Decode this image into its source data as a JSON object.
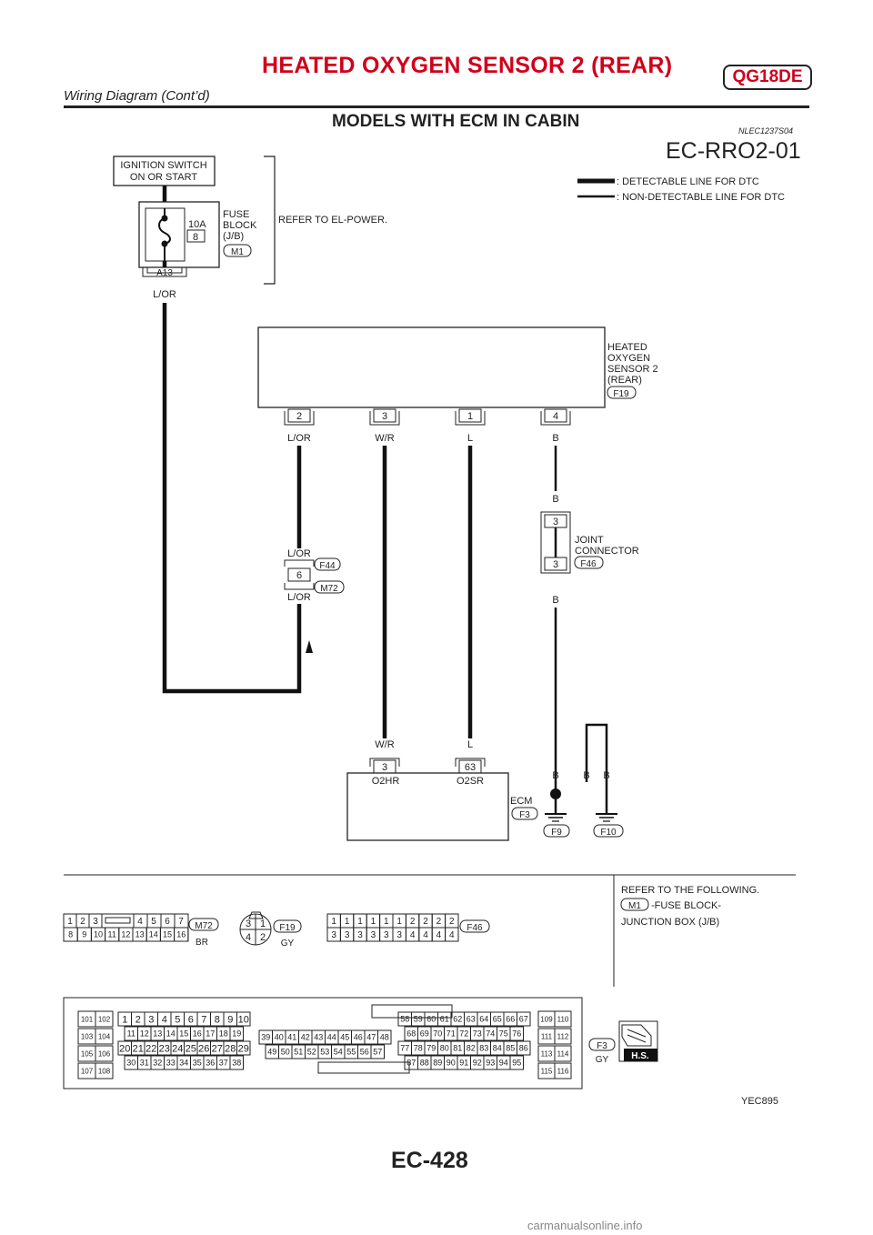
{
  "header": {
    "title": "HEATED OXYGEN SENSOR 2 (REAR)",
    "badge": "QG18DE",
    "subtitle": "Wiring Diagram (Cont’d)"
  },
  "section": {
    "title": "MODELS WITH ECM IN CABIN",
    "code": "NLEC1237S04",
    "diagram_id": "EC-RRO2-01"
  },
  "legend": {
    "detectable": ": DETECTABLE LINE FOR DTC",
    "non_detectable": ": NON-DETECTABLE LINE FOR DTC"
  },
  "ignition": {
    "line1": "IGNITION SWITCH",
    "line2": "ON OR START"
  },
  "fuse_block": {
    "amp": "10A",
    "number": "8",
    "line1": "FUSE",
    "line2": "BLOCK",
    "line3": "(J/B)",
    "connector": "M1",
    "terminal": "A13",
    "wire": "L/OR"
  },
  "refer_power": "REFER TO EL-POWER.",
  "sensor": {
    "line1": "HEATED",
    "line2": "OXYGEN",
    "line3": "SENSOR 2",
    "line4": "(REAR)",
    "connector": "F19",
    "pins": [
      "2",
      "3",
      "1",
      "4"
    ],
    "wires": [
      "L/OR",
      "W/R",
      "L",
      "B"
    ]
  },
  "splice": {
    "wire_top": "L/OR",
    "wire_bottom": "L/OR",
    "pin": "6",
    "conn_top": "F44",
    "conn_bottom": "M72"
  },
  "joint": {
    "line1": "JOINT",
    "line2": "CONNECTOR",
    "connector": "F46",
    "pin_top": "3",
    "pin_bottom": "3",
    "wire_top": "B",
    "wire_mid": "B",
    "wire_bottom": "B"
  },
  "ecm": {
    "label": "ECM",
    "connector": "F3",
    "pins": [
      "3",
      "63"
    ],
    "pin_names": [
      "O2HR",
      "O2SR"
    ],
    "wires": [
      "W/R",
      "L"
    ],
    "ground_wires": [
      "B",
      "B",
      "B"
    ],
    "grounds": [
      "F9",
      "F10"
    ]
  },
  "reference": {
    "title": "REFER TO THE FOLLOWING.",
    "connector": "M1",
    "desc1": "-FUSE BLOCK-",
    "desc2": "JUNCTION BOX (J/B)"
  },
  "connector_views": {
    "m72": {
      "row1": [
        "1",
        "2",
        "3",
        "4",
        "5",
        "6",
        "7"
      ],
      "row2": [
        "8",
        "9",
        "10",
        "11",
        "12",
        "13",
        "14",
        "15",
        "16"
      ],
      "id": "M72",
      "color": "BR"
    },
    "f19": {
      "pins": [
        "3",
        "1",
        "4",
        "2"
      ],
      "id": "F19",
      "color": "GY"
    },
    "f46": {
      "row1": [
        "1",
        "1",
        "1",
        "1",
        "1",
        "1",
        "2",
        "2",
        "2",
        "2"
      ],
      "row2": [
        "3",
        "3",
        "3",
        "3",
        "3",
        "3",
        "4",
        "4",
        "4",
        "4"
      ],
      "id": "F46"
    },
    "f3": {
      "left_pairs": [
        [
          "101",
          "102"
        ],
        [
          "103",
          "104"
        ],
        [
          "105",
          "106"
        ],
        [
          "107",
          "108"
        ]
      ],
      "right_pairs": [
        [
          "109",
          "110"
        ],
        [
          "111",
          "112"
        ],
        [
          "113",
          "114"
        ],
        [
          "115",
          "116"
        ]
      ],
      "blk1": [
        [
          "1",
          "2",
          "3",
          "4",
          "5",
          "6",
          "7",
          "8",
          "9",
          "10"
        ],
        [
          "11",
          "12",
          "13",
          "14",
          "15",
          "16",
          "17",
          "18",
          "19"
        ],
        [
          "20",
          "21",
          "22",
          "23",
          "24",
          "25",
          "26",
          "27",
          "28",
          "29"
        ],
        [
          "30",
          "31",
          "32",
          "33",
          "34",
          "35",
          "36",
          "37",
          "38"
        ]
      ],
      "blk2": [
        [
          "39",
          "40",
          "41",
          "42",
          "43",
          "44",
          "45",
          "46",
          "47",
          "48"
        ],
        [
          "49",
          "50",
          "51",
          "52",
          "53",
          "54",
          "55",
          "56",
          "57"
        ]
      ],
      "blk3": [
        [
          "58",
          "59",
          "60",
          "61",
          "62",
          "63",
          "64",
          "65",
          "66",
          "67"
        ],
        [
          "68",
          "69",
          "70",
          "71",
          "72",
          "73",
          "74",
          "75",
          "76"
        ],
        [
          "77",
          "78",
          "79",
          "80",
          "81",
          "82",
          "83",
          "84",
          "85",
          "86"
        ],
        [
          "87",
          "88",
          "89",
          "90",
          "91",
          "92",
          "93",
          "94",
          "95"
        ]
      ],
      "id": "F3",
      "color": "GY",
      "hs": "H.S."
    }
  },
  "figure_id": "YEC895",
  "page_number": "EC-428",
  "watermark": "carmanualsonline.info"
}
